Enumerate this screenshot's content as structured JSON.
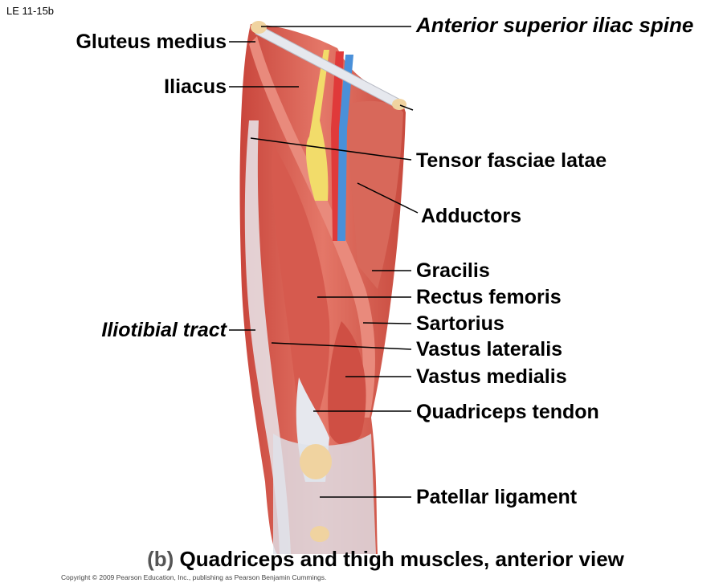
{
  "figure_id": "LE 11-15b",
  "labels": {
    "gluteus_medius": "Gluteus medius",
    "iliacus": "Iliacus",
    "asis": "Anterior superior iliac spine",
    "tensor": "Tensor fasciae latae",
    "adductors": "Adductors",
    "gracilis": "Gracilis",
    "rectus": "Rectus femoris",
    "sartorius": "Sartorius",
    "iliotibial": "Iliotibial tract",
    "vastus_lateralis": "Vastus lateralis",
    "vastus_medialis": "Vastus medialis",
    "quad_tendon": "Quadriceps tendon",
    "patellar": "Patellar ligament"
  },
  "caption": {
    "part": "(b)",
    "text": "Quadriceps and thigh muscles, anterior view"
  },
  "copyright": "Copyright © 2009 Pearson Education, Inc., publishing as Pearson Benjamin Cummings.",
  "colors": {
    "muscle": "#d9564a",
    "muscle_light": "#e98a7c",
    "tendon": "#e6e8ee",
    "bone": "#f0d3a0",
    "nerve": "#f2dc6a",
    "artery": "#e03a3a",
    "vein": "#4a90d9"
  }
}
